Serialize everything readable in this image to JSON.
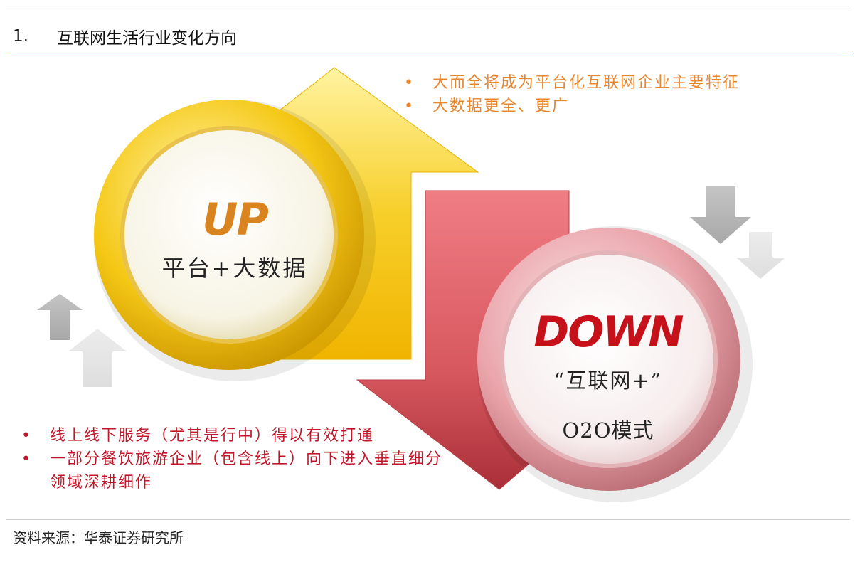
{
  "header": {
    "number": "1.",
    "title": "互联网生活行业变化方向"
  },
  "up": {
    "label": "UP",
    "subtitle": "平台+大数据",
    "bullets": [
      {
        "text": "大而全将成为平台化互联网企业主要特征"
      },
      {
        "text": "大数据更全、更广"
      }
    ]
  },
  "down": {
    "label": "DOWN",
    "subtitle_1": "“互联网+”",
    "subtitle_2": "O2O模式",
    "bullets": [
      {
        "text": "线上线下服务（尤其是行中）得以有效打通"
      },
      {
        "text": "一部分餐饮旅游企业（包含线上）向下进入垂直细分领域深耕细作"
      }
    ]
  },
  "bullet_symbol": "•",
  "footer": {
    "source": "资料来源：华泰证券研究所"
  },
  "colors": {
    "up_accent": "#d9841f",
    "up_ring": "#f2c318",
    "down_accent": "#c6111b",
    "down_ring": "#e8a0a6",
    "title_rule": "#b22222"
  }
}
